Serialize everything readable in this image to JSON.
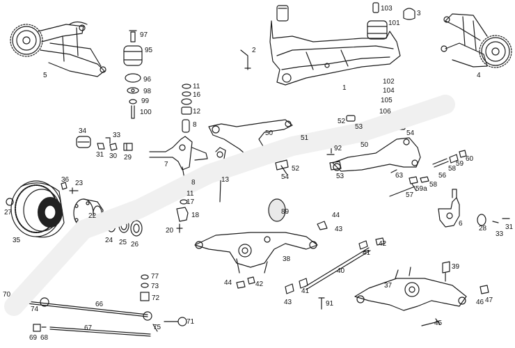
{
  "diagram": {
    "callouts": [
      {
        "id": "p1",
        "text": "1"
      },
      {
        "id": "p2",
        "text": "2"
      },
      {
        "id": "p3",
        "text": "3"
      },
      {
        "id": "p4",
        "text": "4"
      },
      {
        "id": "p5",
        "text": "5"
      },
      {
        "id": "p6",
        "text": "6"
      },
      {
        "id": "p7",
        "text": "7"
      },
      {
        "id": "p8a",
        "text": "8"
      },
      {
        "id": "p8b",
        "text": "8"
      },
      {
        "id": "p11a",
        "text": "11"
      },
      {
        "id": "p11b",
        "text": "11"
      },
      {
        "id": "p12",
        "text": "12"
      },
      {
        "id": "p13",
        "text": "13"
      },
      {
        "id": "p16",
        "text": "16"
      },
      {
        "id": "p17",
        "text": "17"
      },
      {
        "id": "p18",
        "text": "18"
      },
      {
        "id": "p20",
        "text": "20"
      },
      {
        "id": "p22",
        "text": "22"
      },
      {
        "id": "p23",
        "text": "23"
      },
      {
        "id": "p24",
        "text": "24"
      },
      {
        "id": "p25",
        "text": "25"
      },
      {
        "id": "p26",
        "text": "26"
      },
      {
        "id": "p27",
        "text": "27"
      },
      {
        "id": "p28",
        "text": "28"
      },
      {
        "id": "p29",
        "text": "29"
      },
      {
        "id": "p30",
        "text": "30"
      },
      {
        "id": "p31a",
        "text": "31"
      },
      {
        "id": "p31b",
        "text": "31"
      },
      {
        "id": "p33a",
        "text": "33"
      },
      {
        "id": "p33b",
        "text": "33"
      },
      {
        "id": "p34",
        "text": "34"
      },
      {
        "id": "p35",
        "text": "35"
      },
      {
        "id": "p36",
        "text": "36"
      },
      {
        "id": "p37",
        "text": "37"
      },
      {
        "id": "p38",
        "text": "38"
      },
      {
        "id": "p39",
        "text": "39"
      },
      {
        "id": "p40",
        "text": "40"
      },
      {
        "id": "p41a",
        "text": "41"
      },
      {
        "id": "p41b",
        "text": "41"
      },
      {
        "id": "p42a",
        "text": "42"
      },
      {
        "id": "p42b",
        "text": "42"
      },
      {
        "id": "p43a",
        "text": "43"
      },
      {
        "id": "p43b",
        "text": "43"
      },
      {
        "id": "p44a",
        "text": "44"
      },
      {
        "id": "p44b",
        "text": "44"
      },
      {
        "id": "p45",
        "text": "45"
      },
      {
        "id": "p46",
        "text": "46"
      },
      {
        "id": "p47",
        "text": "47"
      },
      {
        "id": "p50a",
        "text": "50"
      },
      {
        "id": "p50b",
        "text": "50"
      },
      {
        "id": "p51",
        "text": "51"
      },
      {
        "id": "p52a",
        "text": "52"
      },
      {
        "id": "p52b",
        "text": "52"
      },
      {
        "id": "p53a",
        "text": "53"
      },
      {
        "id": "p53b",
        "text": "53"
      },
      {
        "id": "p54a",
        "text": "54"
      },
      {
        "id": "p54b",
        "text": "54"
      },
      {
        "id": "p56",
        "text": "56"
      },
      {
        "id": "p57",
        "text": "57"
      },
      {
        "id": "p58a",
        "text": "58"
      },
      {
        "id": "p58b",
        "text": "58"
      },
      {
        "id": "p59",
        "text": "59"
      },
      {
        "id": "p59a",
        "text": "59a"
      },
      {
        "id": "p60",
        "text": "60"
      },
      {
        "id": "p63",
        "text": "63"
      },
      {
        "id": "p66",
        "text": "66"
      },
      {
        "id": "p67",
        "text": "67"
      },
      {
        "id": "p68",
        "text": "68"
      },
      {
        "id": "p69",
        "text": "69"
      },
      {
        "id": "p70",
        "text": "70"
      },
      {
        "id": "p71",
        "text": "71"
      },
      {
        "id": "p72",
        "text": "72"
      },
      {
        "id": "p73",
        "text": "73"
      },
      {
        "id": "p74",
        "text": "74"
      },
      {
        "id": "p75",
        "text": "75"
      },
      {
        "id": "p77",
        "text": "77"
      },
      {
        "id": "p89",
        "text": "89"
      },
      {
        "id": "p91",
        "text": "91"
      },
      {
        "id": "p92",
        "text": "92"
      },
      {
        "id": "p95",
        "text": "95"
      },
      {
        "id": "p96",
        "text": "96"
      },
      {
        "id": "p97",
        "text": "97"
      },
      {
        "id": "p98",
        "text": "98"
      },
      {
        "id": "p99",
        "text": "99"
      },
      {
        "id": "p100",
        "text": "100"
      },
      {
        "id": "p101",
        "text": "101"
      },
      {
        "id": "p102",
        "text": "102"
      },
      {
        "id": "p103",
        "text": "103"
      },
      {
        "id": "p104",
        "text": "104"
      },
      {
        "id": "p105",
        "text": "105"
      },
      {
        "id": "p106",
        "text": "106"
      }
    ]
  }
}
